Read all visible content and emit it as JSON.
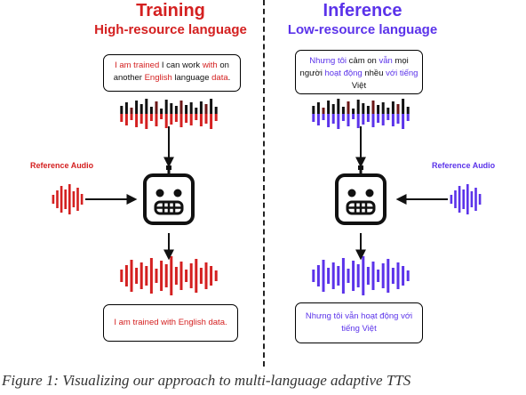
{
  "colors": {
    "training_accent": "#d42020",
    "inference_accent": "#5b33ea",
    "ink": "#111111"
  },
  "training": {
    "title": "Training",
    "subtitle": "High-resource language",
    "input_segments": [
      {
        "text": "I am trained",
        "color": "red"
      },
      {
        "text": " I can work ",
        "color": "black"
      },
      {
        "text": "with",
        "color": "red"
      },
      {
        "text": " on another ",
        "color": "black"
      },
      {
        "text": "English",
        "color": "red"
      },
      {
        "text": " language ",
        "color": "black"
      },
      {
        "text": "data",
        "color": "red"
      },
      {
        "text": ".",
        "color": "black"
      }
    ],
    "reference_label": "Reference Audio",
    "output_text": "I am trained with English data.",
    "model_icon": "robot-icon"
  },
  "inference": {
    "title": "Inference",
    "subtitle": "Low-resource language",
    "input_segments": [
      {
        "text": "Nhưng tôi",
        "color": "purple"
      },
      {
        "text": " cảm on ",
        "color": "black"
      },
      {
        "text": "vẫn",
        "color": "purple"
      },
      {
        "text": " mọi người ",
        "color": "black"
      },
      {
        "text": "hoạt động",
        "color": "purple"
      },
      {
        "text": " nhều ",
        "color": "black"
      },
      {
        "text": "với tiếng",
        "color": "purple"
      },
      {
        "text": " Việt",
        "color": "black"
      }
    ],
    "reference_label": "Reference Audio",
    "output_text": "Nhưng tôi vẫn hoạt động với tiếng Việt",
    "model_icon": "robot-icon"
  },
  "caption": "Figure 1: Visualizing our approach to multi-language adaptive TTS"
}
